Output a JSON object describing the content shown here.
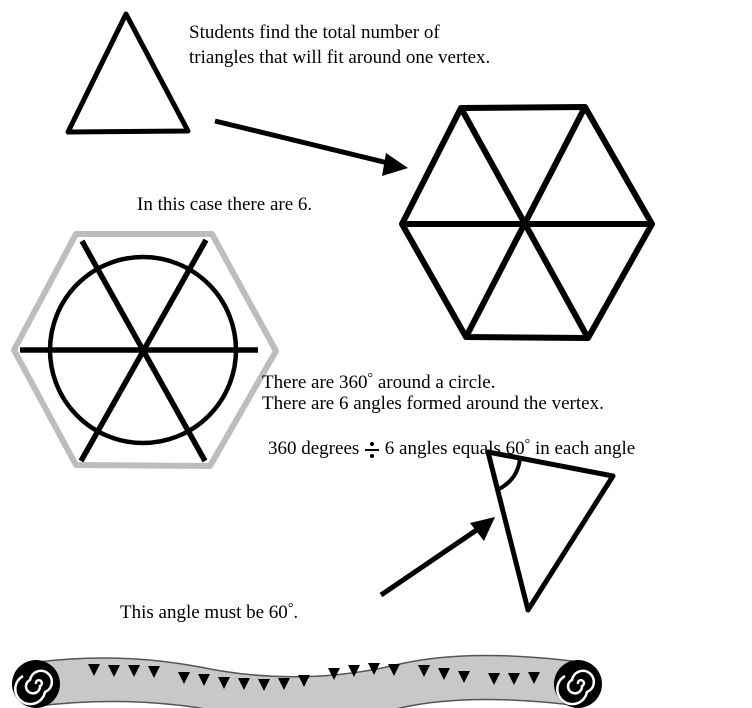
{
  "captions": {
    "intro_line1": "Students find the total number of",
    "intro_line2": "triangles that will fit around one vertex.",
    "case": "In this case there are 6.",
    "circle_pre": "There are 360",
    "circle_deg": "°",
    "circle_post": " around a circle.",
    "angles": "There are 6 angles formed around the vertex.",
    "calc_pre": "360 degrees ",
    "calc_mid": " 6 angles equals 60",
    "calc_deg": "°",
    "calc_post": " in each angle",
    "final_pre": "This angle must be 60",
    "final_deg": "°",
    "final_post": "."
  },
  "colors": {
    "ink": "#000000",
    "ghost_hexagon": "#bdbdbd",
    "border_strip": "#c8c8c8"
  }
}
